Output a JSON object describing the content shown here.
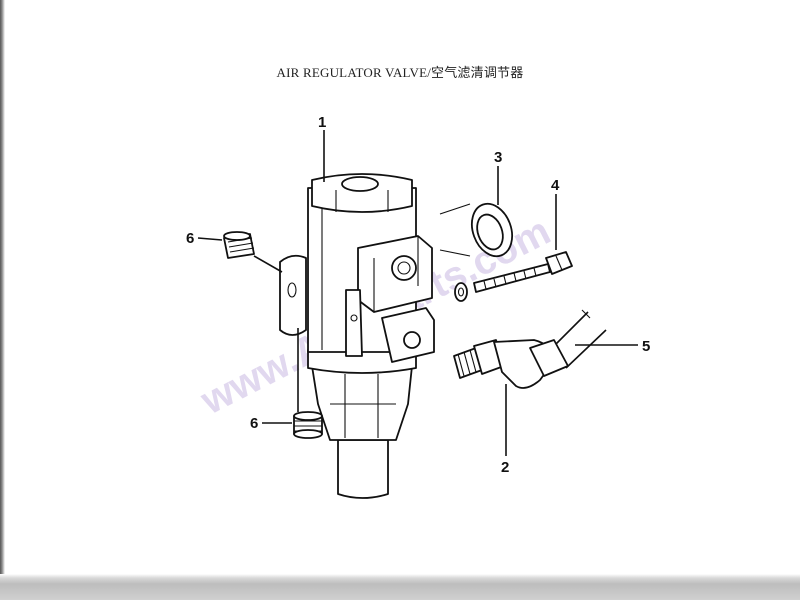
{
  "title": "AIR REGULATOR VALVE/空气滤清调节器",
  "callouts": {
    "c1": "1",
    "c2": "2",
    "c3": "3",
    "c4": "4",
    "c5": "5",
    "c6a": "6",
    "c6b": "6"
  },
  "watermark": "www.Autoparts.com"
}
